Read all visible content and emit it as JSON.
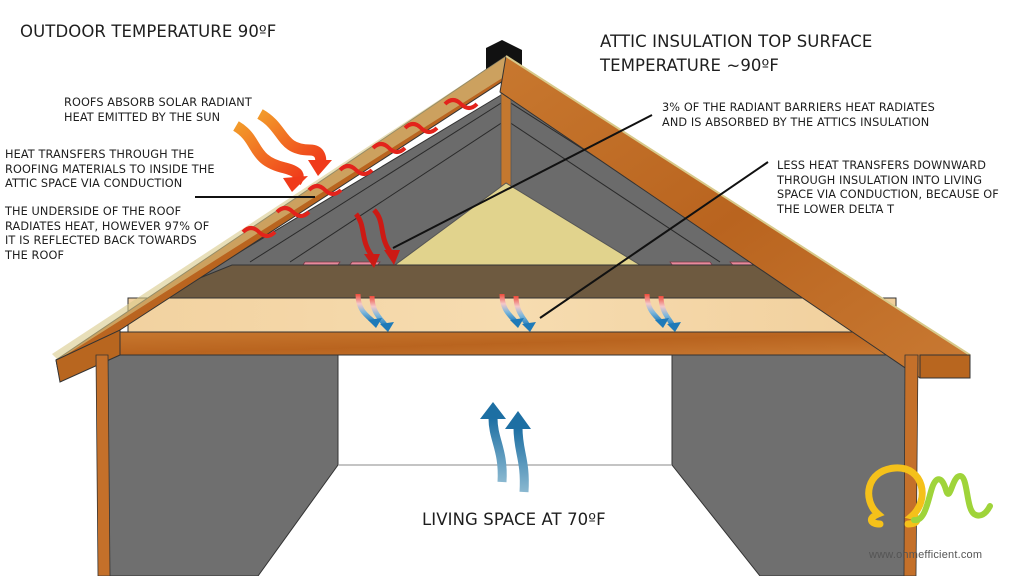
{
  "diagram": {
    "title_outdoor": "OUTDOOR TEMPERATURE 90ºF",
    "title_attic": "ATTIC INSULATION TOP SURFACE\nTEMPERATURE ~90ºF",
    "callouts": [
      {
        "id": "solar",
        "text": "ROOFS ABSORB SOLAR RADIANT\nHEAT EMITTED BY THE SUN"
      },
      {
        "id": "conduction",
        "text": "HEAT TRANSFERS THROUGH THE\nROOFING MATERIALS TO INSIDE THE\nATTIC SPACE VIA CONDUCTION"
      },
      {
        "id": "underside",
        "text": "THE UNDERSIDE OF THE ROOF\nRADIATES HEAT, HOWEVER 97% OF\nIT IS REFLECTED BACK TOWARDS\nTHE ROOF"
      },
      {
        "id": "barrier",
        "text": "3% OF THE RADIANT BARRIERS HEAT RADIATES\nAND IS ABSORBED BY THE ATTICS INSULATION"
      },
      {
        "id": "downward",
        "text": "LESS HEAT TRANSFERS DOWNWARD\nTHROUGH INSULATION INTO LIVING\nSPACE VIA CONDUCTION, BECAUSE OF\nTHE LOWER DELTA T"
      }
    ],
    "living_space": "LIVING SPACE AT 70ºF",
    "logo": {
      "url": "www.ohmefficient.com",
      "omega_color": "#f5c11a",
      "m_color": "#9fd43a"
    },
    "colors": {
      "wood": "#c4702a",
      "wood_dark": "#8a4a17",
      "wall_gray": "#6e6e6e",
      "radiant_barrier": "#6a6a6a",
      "attic_insulation": "#e2d48e",
      "ceiling_insulation": "#f4d7a8",
      "floor_band": "#6e5a40",
      "heat_red": "#e3231b",
      "sun_orange": "#f08a1c",
      "cool_blue": "#2a7fb0"
    }
  }
}
